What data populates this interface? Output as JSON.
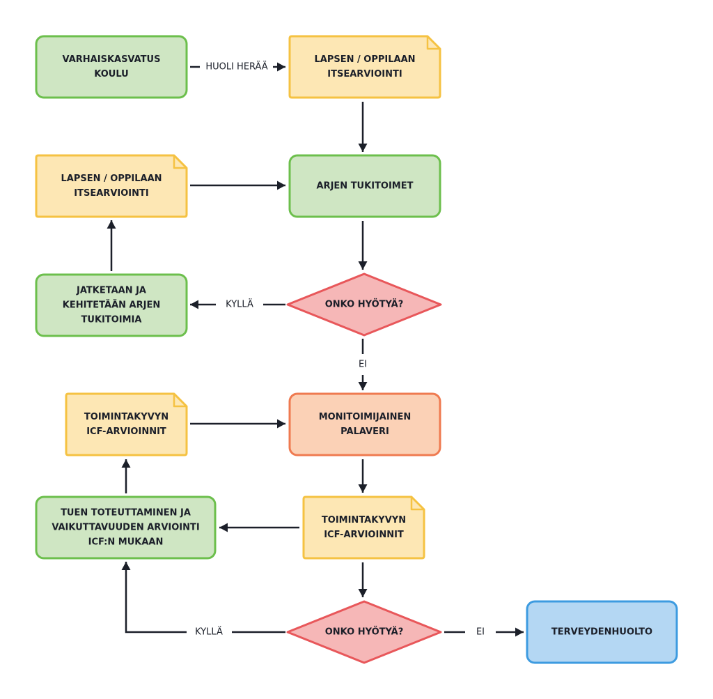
{
  "colors": {
    "green_fill": "#cfe6c3",
    "green_stroke": "#6cbf4c",
    "yellow_fill": "#fde7b4",
    "yellow_stroke": "#f5c242",
    "red_fill": "#f6b7b7",
    "red_stroke": "#e8575a",
    "orange_fill": "#fbd1b6",
    "orange_stroke": "#ef7a50",
    "blue_fill": "#b4d7f3",
    "blue_stroke": "#3d9be0",
    "line": "#1b1f29"
  },
  "nodes": {
    "start": {
      "lines": [
        "VARHAISKASVATUS",
        "KOULU"
      ]
    },
    "self_eval_1": {
      "lines": [
        "LAPSEN / OPPILAAN",
        "ITSEARVIOINTI"
      ]
    },
    "self_eval_2": {
      "lines": [
        "LAPSEN / OPPILAAN",
        "ITSEARVIOINTI"
      ]
    },
    "support": {
      "lines": [
        "ARJEN TUKITOIMET"
      ]
    },
    "continue": {
      "lines": [
        "JATKETAAN JA",
        "KEHITETÄÄN ARJEN",
        "TUKITOIMIA"
      ]
    },
    "decision_1": {
      "lines": [
        "ONKO HYÖTYÄ?"
      ]
    },
    "meeting": {
      "lines": [
        "MONITOIMIJAINEN",
        "PALAVERI"
      ]
    },
    "icf_1": {
      "lines": [
        "TOIMINTAKYVYN",
        "ICF-ARVIOINNIT"
      ]
    },
    "icf_2": {
      "lines": [
        "TOIMINTAKYVYN",
        "ICF-ARVIOINNIT"
      ]
    },
    "implement": {
      "lines": [
        "TUEN TOTEUTTAMINEN JA",
        "VAIKUTTAVUUDEN ARVIOINTI",
        "ICF:N MUKAAN"
      ]
    },
    "decision_2": {
      "lines": [
        "ONKO HYÖTYÄ?"
      ]
    },
    "health": {
      "lines": [
        "TERVEYDENHUOLTO"
      ]
    }
  },
  "edge_labels": {
    "concern": "HUOLI HERÄÄ",
    "yes_1": "KYLLÄ",
    "no_1": "EI",
    "yes_2": "KYLLÄ",
    "no_2": "EI"
  }
}
